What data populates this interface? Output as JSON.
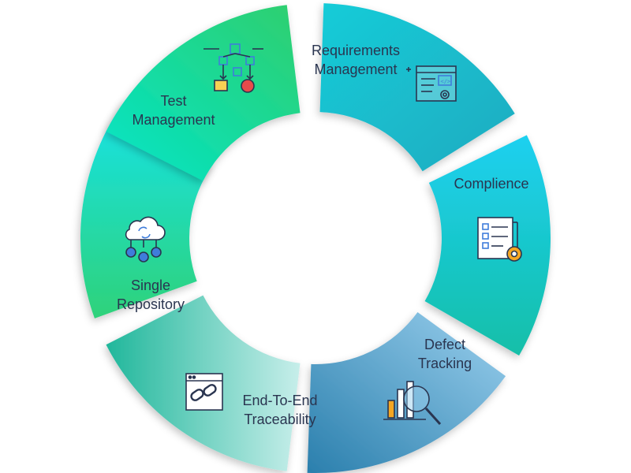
{
  "diagram": {
    "segments": [
      {
        "id": "test-management",
        "label_lines": [
          "Test",
          "Management"
        ],
        "icon": "flowchart-icon",
        "gradient": [
          "#00e5c9",
          "#30cf6e"
        ]
      },
      {
        "id": "requirements-management",
        "label_lines": [
          "Requirements",
          "Management"
        ],
        "icon": "code-document-icon",
        "gradient": [
          "#18ccd8",
          "#1cabc0"
        ]
      },
      {
        "id": "compliance",
        "label_lines": [
          "Complience"
        ],
        "icon": "checklist-gear-icon",
        "gradient": [
          "#1fd0f0",
          "#12bfa8"
        ]
      },
      {
        "id": "defect-tracking",
        "label_lines": [
          "Defect",
          "Tracking"
        ],
        "icon": "bar-chart-magnifier-icon",
        "gradient": [
          "#9bd0ee",
          "#2a7fad"
        ]
      },
      {
        "id": "end-to-end-traceability",
        "label_lines": [
          "End-To-End",
          "Traceability"
        ],
        "icon": "browser-link-icon",
        "gradient": [
          "#c7eeea",
          "#20b79b"
        ]
      },
      {
        "id": "single-repository",
        "label_lines": [
          "Single",
          "Repository"
        ],
        "icon": "cloud-code-icon",
        "gradient": [
          "#16e3e9",
          "#2fd27a"
        ]
      }
    ],
    "colors": {
      "text": "#2a3550",
      "icon_stroke": "#2a3550",
      "icon_blue": "#3f7ddb",
      "icon_orange": "#f5a623",
      "icon_red": "#e84b4b",
      "icon_yellow": "#f7d154"
    }
  }
}
